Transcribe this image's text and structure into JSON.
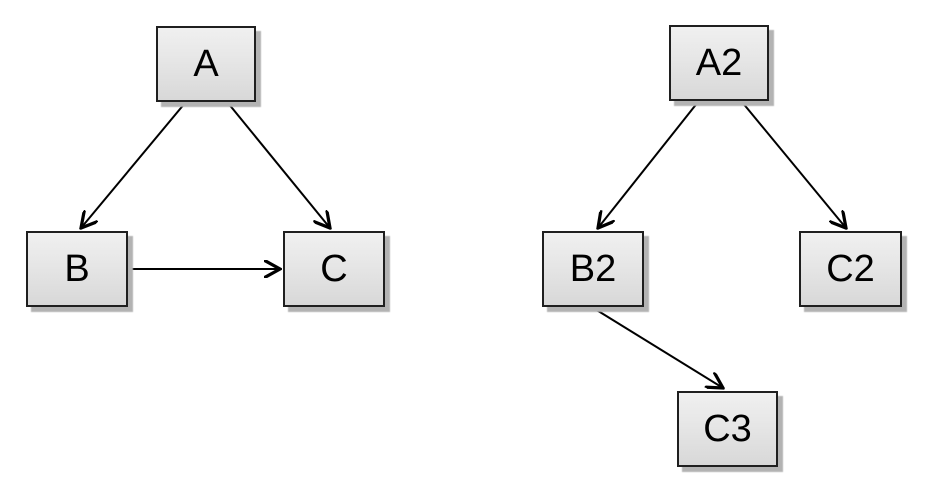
{
  "diagram": {
    "type": "directed-graph",
    "background_color": "#ffffff",
    "node_style": {
      "fill_top": "#f0f0f0",
      "fill_bottom": "#d8d8d8",
      "border_color": "#1f1f1f",
      "shadow_color": "#b3b3b3",
      "text_color": "#000000"
    },
    "edge_style": {
      "line_color": "#000000",
      "arrowhead": "open-stick"
    },
    "graphs": [
      {
        "name": "left",
        "nodes": [
          {
            "id": "A",
            "label": "A"
          },
          {
            "id": "B",
            "label": "B"
          },
          {
            "id": "C",
            "label": "C"
          }
        ],
        "edges": [
          {
            "from": "A",
            "to": "B",
            "directed": true
          },
          {
            "from": "A",
            "to": "C",
            "directed": true
          },
          {
            "from": "B",
            "to": "C",
            "directed": true
          }
        ]
      },
      {
        "name": "right",
        "nodes": [
          {
            "id": "A2",
            "label": "A2"
          },
          {
            "id": "B2",
            "label": "B2"
          },
          {
            "id": "C2",
            "label": "C2"
          },
          {
            "id": "C3",
            "label": "C3"
          }
        ],
        "edges": [
          {
            "from": "A2",
            "to": "B2",
            "directed": true
          },
          {
            "from": "A2",
            "to": "C2",
            "directed": true
          },
          {
            "from": "B2",
            "to": "C3",
            "directed": true
          }
        ]
      }
    ]
  }
}
